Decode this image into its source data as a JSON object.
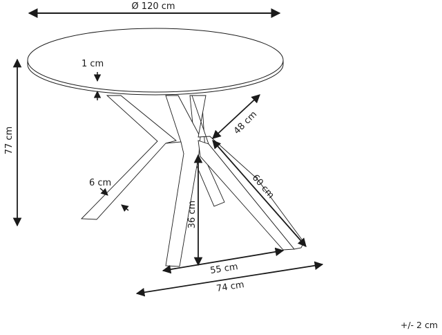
{
  "diagram": {
    "subject": "Round dining table with X-shaped star base",
    "colors": {
      "line": "#1a1a1a",
      "background": "#ffffff"
    },
    "dimensions": {
      "diameter": "Ø 120 cm",
      "top_thickness": "1 cm",
      "height": "77 cm",
      "leg_width": "6 cm",
      "leg_upper_length": "48 cm",
      "leg_lower_length": "60 cm",
      "base_clearance_height": "36 cm",
      "inner_span": "55 cm",
      "outer_span": "74 cm"
    },
    "tolerance": "+/- 2 cm"
  }
}
